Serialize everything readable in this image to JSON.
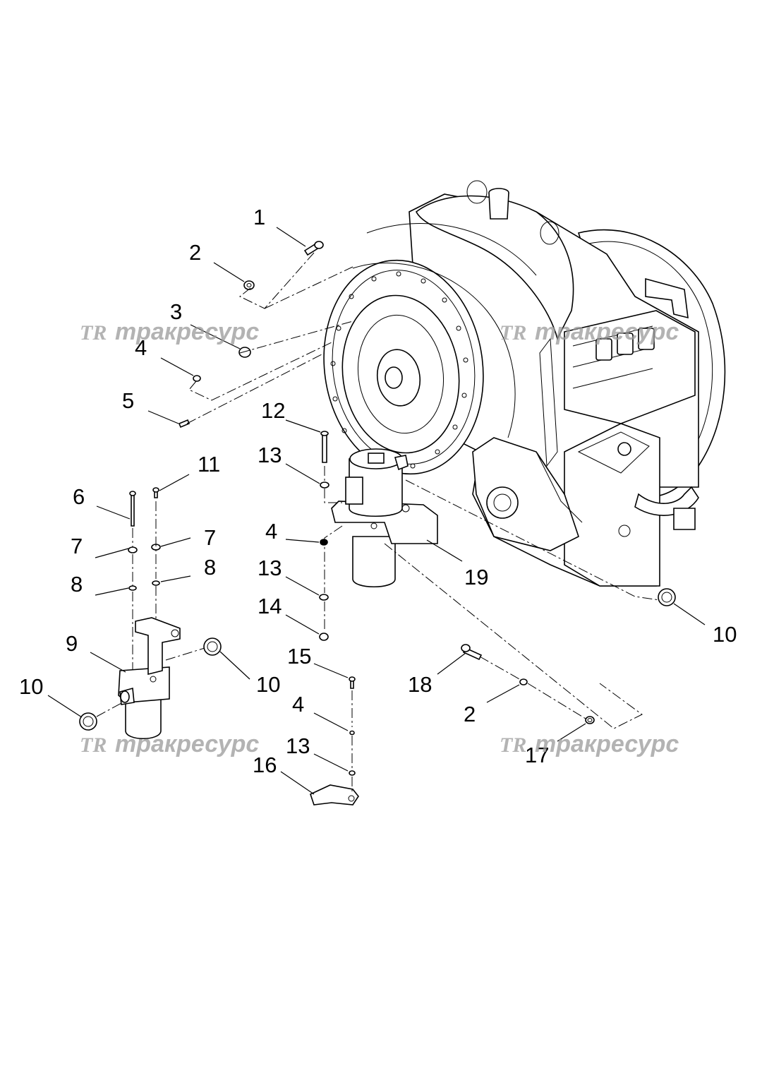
{
  "callouts": {
    "c1": "1",
    "c2a": "2",
    "c3": "3",
    "c4a": "4",
    "c5": "5",
    "c6": "6",
    "c7a": "7",
    "c7b": "7",
    "c8a": "8",
    "c8b": "8",
    "c9": "9",
    "c10a": "10",
    "c10b": "10",
    "c10c": "10",
    "c11": "11",
    "c12": "12",
    "c13a": "13",
    "c13b": "13",
    "c13c": "13",
    "c4b": "4",
    "c4c": "4",
    "c14": "14",
    "c15": "15",
    "c16": "16",
    "c17": "17",
    "c18": "18",
    "c2b": "2",
    "c19": "19"
  },
  "watermark": {
    "logo": "TR",
    "text": "тракресурс"
  },
  "colors": {
    "line": "#000000",
    "watermark": "#9a9a9a",
    "background": "#ffffff"
  }
}
